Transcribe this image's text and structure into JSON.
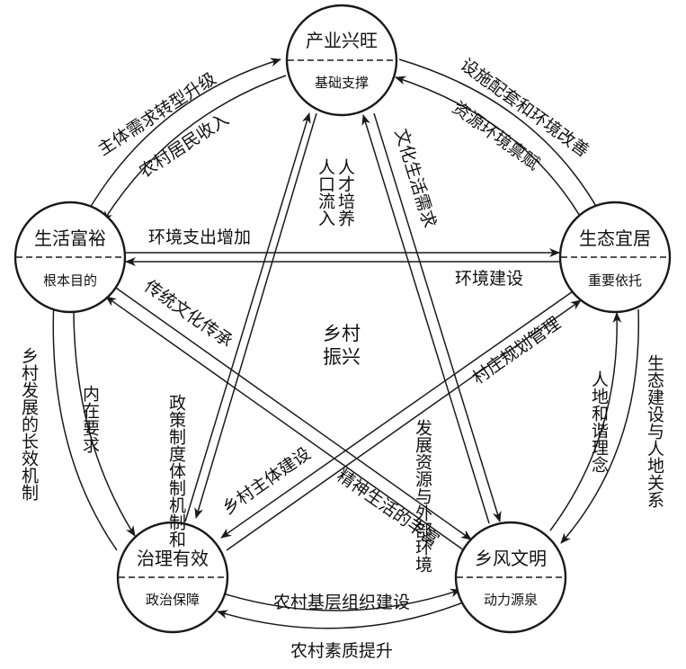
{
  "center": {
    "line1": "乡村",
    "line2": "振兴"
  },
  "nodes": {
    "industry": {
      "title": "产业兴旺",
      "subtitle": "基础支撑"
    },
    "ecology": {
      "title": "生态宜居",
      "subtitle": "重要依托"
    },
    "culture": {
      "title": "乡风文明",
      "subtitle": "动力源泉"
    },
    "governance": {
      "title": "治理有效",
      "subtitle": "政治保障"
    },
    "life": {
      "title": "生活富裕",
      "subtitle": "根本目的"
    }
  },
  "outer_labels": {
    "life_to_industry_outer": "主体需求转型升级",
    "life_to_industry_inner": "农村居民收入",
    "industry_to_ecology_outer": "设施配套和环境改善",
    "industry_to_ecology_inner": "资源环境禀赋",
    "ecology_to_culture_outer": "生态建设与人地关系",
    "ecology_to_culture_inner": "人地和谐理念",
    "culture_to_governance_outer": "农村素质提升",
    "culture_to_governance_inner": "农村基层组织建设",
    "governance_to_life_outer": "乡村发展的长效机制",
    "governance_to_life_inner": "内在要求"
  },
  "inner_labels": {
    "life_to_ecology": "环境支出增加",
    "ecology_to_life": "环境建设",
    "life_to_culture": "传统文化传承",
    "culture_to_life": "精神生活的丰富",
    "industry_to_governance_a": "人口流入",
    "industry_to_governance_b": "人才培养",
    "governance_to_industry": "政策制度体制机制和",
    "industry_to_culture_a": "文化生活需求",
    "industry_to_culture_b": "发展资源与外部环境",
    "ecology_to_governance_a": "村庄规划管理",
    "ecology_to_governance_b": "乡村主体建设"
  }
}
